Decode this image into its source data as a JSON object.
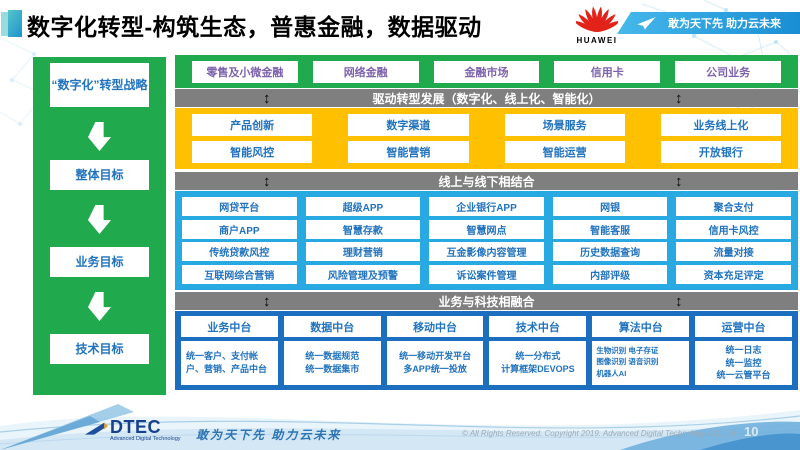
{
  "header": {
    "title": "数字化转型-构筑生态，普惠金融，数据驱动",
    "huawei_label": "HUAWEI",
    "ribbon_slogan": "敢为天下先 助力云未来"
  },
  "icons": {
    "updown_arrow": "↕"
  },
  "sidebar": {
    "steps": [
      "“数字化”转型战略",
      "整体目标",
      "业务目标",
      "技术目标"
    ]
  },
  "top_row": [
    "零售及小微金融",
    "网络金融",
    "金融市场",
    "信用卡",
    "公司业务"
  ],
  "bars": {
    "drive": "驱动转型发展（数字化、线上化、智能化）",
    "online_offline": "线上与线下相结合",
    "biz_tech": "业务与科技相融合"
  },
  "capabilities": [
    [
      "产品创新",
      "数字渠道",
      "场景服务",
      "业务线上化"
    ],
    [
      "智能风控",
      "智能营销",
      "智能运营",
      "开放银行"
    ]
  ],
  "channels": [
    [
      "网贷平台",
      "超级APP",
      "企业银行APP",
      "网银",
      "聚合支付"
    ],
    [
      "商户APP",
      "智慧存款",
      "智慧网点",
      "智能客服",
      "信用卡风控"
    ],
    [
      "传统贷款风控",
      "理财营销",
      "互金影像内容管理",
      "历史数据查询",
      "流量对接"
    ],
    [
      "互联网综合营销",
      "风险管理及预警",
      "诉讼案件管理",
      "内部评级",
      "资本充足评定"
    ]
  ],
  "platforms": [
    {
      "title": "业务中台",
      "detail": "统一客户、支付帐户、营销、产品中台"
    },
    {
      "title": "数据中台",
      "detail": "统一数据规范\n统一数据集市"
    },
    {
      "title": "移动中台",
      "detail": "统一移动开发平台\n多APP统一投放"
    },
    {
      "title": "技术中台",
      "detail": "统一分布式\n计算框架DEVOPS"
    },
    {
      "title": "算法中台",
      "detail": "生物识别 电子存证\n图像识别 语音识别\n机器人AI"
    },
    {
      "title": "运营中台",
      "detail": "统一日志\n统一监控\n统一云管平台"
    }
  ],
  "footer": {
    "logo_text": "DTEC",
    "logo_subtext": "Advanced Digital Technology",
    "slogan": "敢为天下先   助力云未来",
    "copyright": "© All Rights Reserved. Copyright 2019. Advanced Digital Technology CO.,Ltd",
    "page_number": "10"
  },
  "colors": {
    "green": "#21a94d",
    "yellow": "#ffc000",
    "cyan": "#29a9e1",
    "dark_blue": "#1c6fbe",
    "gray_bar": "#7f7f7f",
    "box_text_blue": "#2173be",
    "top_row_text_purple": "#7d62ad",
    "huawei_red": "#e2231a"
  }
}
